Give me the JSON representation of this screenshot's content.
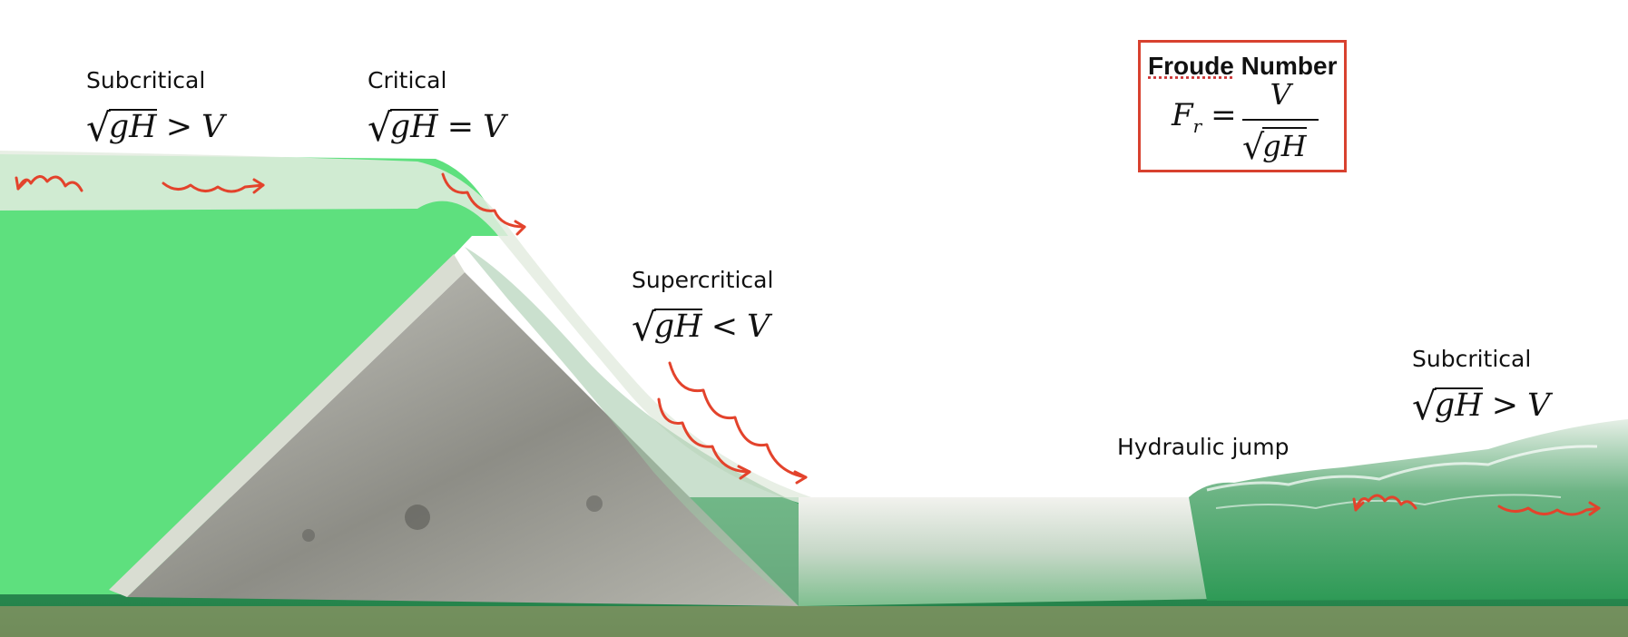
{
  "labels": {
    "subcritical_upstream": "Subcritical",
    "critical": "Critical",
    "supercritical": "Supercritical",
    "hydraulic_jump": "Hydraulic jump",
    "subcritical_downstream": "Subcritical"
  },
  "equations": {
    "g": "g",
    "H": "H",
    "V": "V",
    "greater": ">",
    "equal": "=",
    "less": "<",
    "radical": "√"
  },
  "froude_box": {
    "title_part1": "Froude",
    "title_part2": " Number",
    "lhs_symbol": "F",
    "lhs_subscript": "r",
    "equals": "=",
    "numerator": "V",
    "denominator": "gH"
  },
  "colors": {
    "water_green": "#5ee07e",
    "wave_arrow_red": "#e3432c",
    "froude_border": "#d8412f",
    "weir_gray": "#8f8f88",
    "channel_floor": "#2f9e5a"
  }
}
